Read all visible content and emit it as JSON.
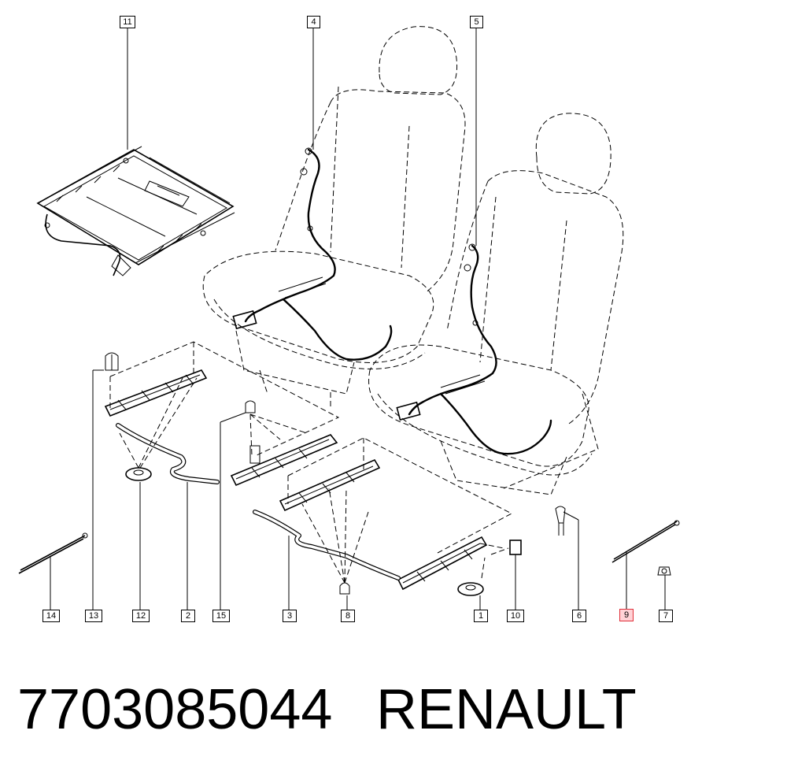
{
  "diagram": {
    "callouts": [
      {
        "id": "11",
        "label": "11"
      },
      {
        "id": "4",
        "label": "4"
      },
      {
        "id": "5",
        "label": "5"
      },
      {
        "id": "14",
        "label": "14"
      },
      {
        "id": "13",
        "label": "13"
      },
      {
        "id": "12",
        "label": "12"
      },
      {
        "id": "2",
        "label": "2"
      },
      {
        "id": "15",
        "label": "15"
      },
      {
        "id": "3",
        "label": "3"
      },
      {
        "id": "8",
        "label": "8"
      },
      {
        "id": "1",
        "label": "1"
      },
      {
        "id": "10",
        "label": "10"
      },
      {
        "id": "6",
        "label": "6"
      },
      {
        "id": "9",
        "label": "9",
        "highlighted": true
      },
      {
        "id": "7",
        "label": "7"
      }
    ],
    "highlight_color": "#e0303a",
    "highlight_fill": "#ffd2d6"
  },
  "footer": {
    "part_number": "7703085044",
    "brand": "RENAULT"
  }
}
